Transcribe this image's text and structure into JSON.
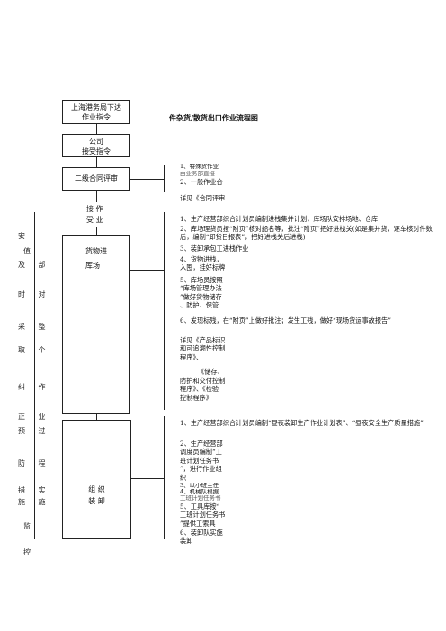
{
  "title": "件杂货/散货出口作业流程图",
  "boxes": {
    "shanghai": "上海港务局下达\n作业指令",
    "company": "公司\n接受指令",
    "review": "二级合同评审",
    "receive": "接 作\n受 业",
    "warehouse": "货物进\n库场",
    "organize": "组  织\n装  卸"
  },
  "left_labels": [
    "安",
    "值",
    "及 部",
    "时 对",
    "采 整",
    "取 个",
    "纠 作",
    "正 业",
    "预 过",
    "防 程",
    "措 实",
    "施 施",
    "监",
    "控"
  ],
  "review_notes": {
    "n1": "1、特殊货作业",
    "n1b": "由业务部直接",
    "n2": "2、一般作业合",
    "n3": "详见《合同评审"
  },
  "warehouse_notes": {
    "w1": "1、生产经营部综合计划员编制进栈集并计划，库场队安排场地、仓库",
    "w2": "2、库场理货员按“附页”核对船名等，批注“附页”把好进栈关(如是集并货，逐车核对件数后，编制“卸货日报表”，把好进栈关后进栈)",
    "w3": "3、装卸承包工进栈作业",
    "w4a": "4、货物进栈，",
    "w4b": "入囤，挂好标牌",
    "w5": "5、库场员按照\n“库场管理办法\n”做好货物储存\n、防护、保管",
    "w6": "6、发现标残，在“附页”上做好批注；发生工残，做好“现场货运事故报告”",
    "w7": "详见《产品标识\n和可追溯性控制\n程序》、",
    "w8a": "《储存、",
    "w8b": "防护和交付控制\n程序》、《检验\n控制程序》"
  },
  "organize_notes": {
    "o1": "1、生产经营部综合计划员编制“昼夜装卸生产作业计划表”、“昼夜安全生产质量措施”",
    "o2": "2、生产经营部\n调度员编制“工\n班计划任务书\n”，进行作业组\n织",
    "o3a": "3、以小班主任",
    "o3b": "4、机械队根据",
    "o3c": "工班计划任务书",
    "o5": "5、工具库按“\n工班计划任务书\n”提供工索具",
    "o6": "6、装卸队实施\n装卸"
  }
}
